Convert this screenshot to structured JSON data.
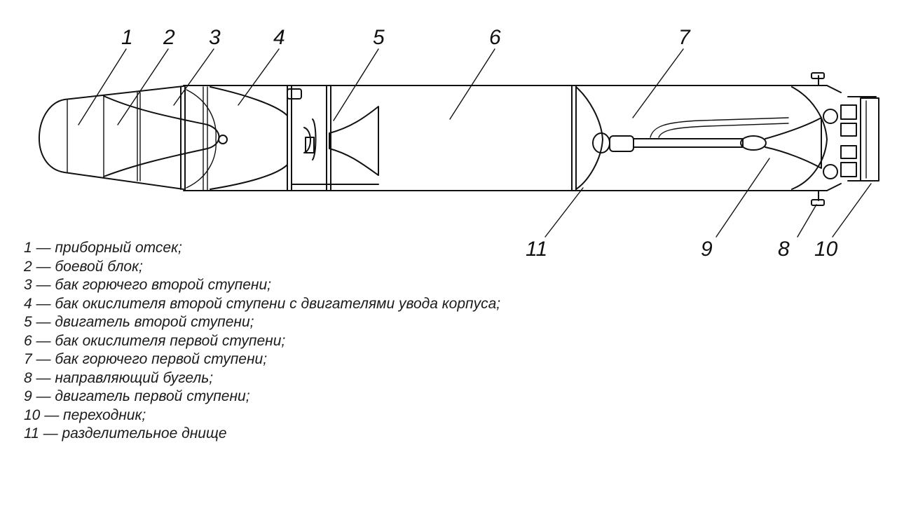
{
  "callouts": {
    "c1": "1",
    "c2": "2",
    "c3": "3",
    "c4": "4",
    "c5": "5",
    "c6": "6",
    "c7": "7",
    "c8": "8",
    "c9": "9",
    "c10": "10",
    "c11": "11"
  },
  "legend": [
    "1 — приборный отсек;",
    "2 — боевой блок;",
    "3 — бак горючего второй ступени;",
    "4 — бак окислителя второй ступени с двигателями увода корпуса;",
    "5 — двигатель второй ступени;",
    "6 — бак окислителя первой ступени;",
    "7 — бак горючего первой ступени;",
    "8 — направляющий бугель;",
    "9 — двигатель первой ступени;",
    "10 — переходник;",
    "11 — разделительное днище"
  ]
}
